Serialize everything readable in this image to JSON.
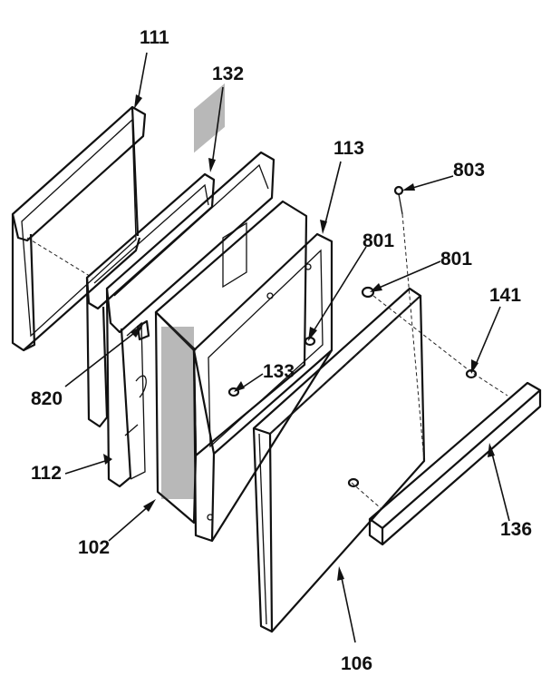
{
  "callouts": {
    "c111": "111",
    "c132": "132",
    "c113": "113",
    "c803": "803",
    "c801a": "801",
    "c801b": "801",
    "c141": "141",
    "c820": "820",
    "c133": "133",
    "c112": "112",
    "c102": "102",
    "c136": "136",
    "c106": "106"
  }
}
